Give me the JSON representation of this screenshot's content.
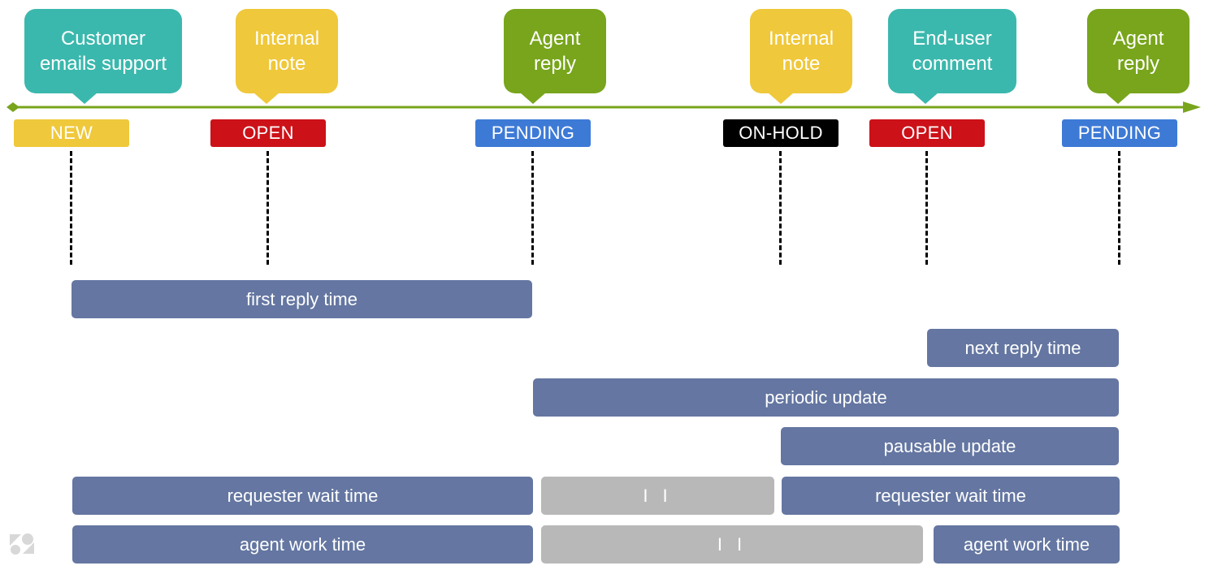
{
  "callouts": [
    {
      "text": "Customer\nemails support",
      "color": "#3bb8ad"
    },
    {
      "text": "Internal\nnote",
      "color": "#efc83b"
    },
    {
      "text": "Agent\nreply",
      "color": "#78a51c"
    },
    {
      "text": "Internal\nnote",
      "color": "#efc83b"
    },
    {
      "text": "End-user\ncomment",
      "color": "#3bb8ad"
    },
    {
      "text": "Agent\nreply",
      "color": "#78a51c"
    }
  ],
  "statuses": [
    {
      "label": "NEW",
      "color": "#efc83b"
    },
    {
      "label": "OPEN",
      "color": "#cc1119"
    },
    {
      "label": "PENDING",
      "color": "#3d7ad6"
    },
    {
      "label": "ON-HOLD",
      "color": "#000000"
    },
    {
      "label": "OPEN",
      "color": "#cc1119"
    },
    {
      "label": "PENDING",
      "color": "#3d7ad6"
    }
  ],
  "metrics": {
    "first_reply_time": "first reply time",
    "next_reply_time": "next reply time",
    "periodic_update": "periodic update",
    "pausable_update": "pausable update",
    "requester_wait_time_1": "requester wait time",
    "requester_wait_paused": "I I",
    "requester_wait_time_2": "requester wait time",
    "agent_work_time_1": "agent work time",
    "agent_work_paused": "I I",
    "agent_work_time_2": "agent work time"
  },
  "colors": {
    "timeline": "#78a51c",
    "active_bar": "#6476a1",
    "paused_bar": "#b8b8b8"
  },
  "logo": {
    "icon": "zendesk-logo-icon"
  }
}
